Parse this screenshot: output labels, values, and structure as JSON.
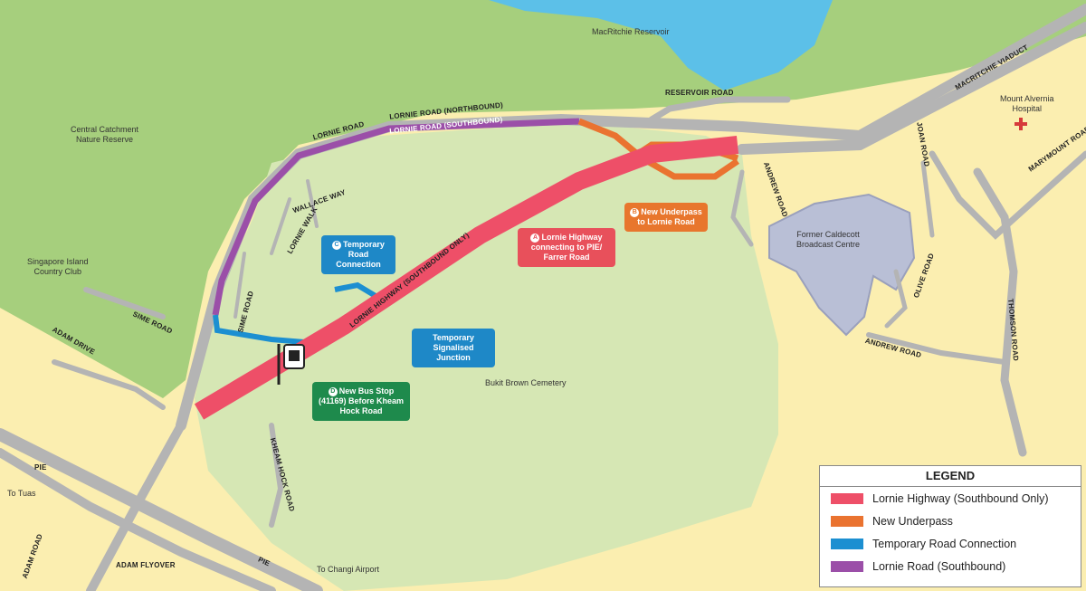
{
  "map": {
    "places": {
      "reservoir": "MacRitchie Reservoir",
      "catchment": "Central Catchment\nNature Reserve",
      "country_club": "Singapore Island\nCountry Club",
      "cemetery": "Bukit Brown Cemetery",
      "broadcast": "Former Caldecott\nBroadcast Centre",
      "hospital": "Mount Alvernia\nHospital",
      "to_tuas": "To Tuas",
      "to_changi": "To Changi Airport"
    },
    "roads": {
      "reservoir_road": "RESERVOIR ROAD",
      "macritchie_viaduct": "MACRITCHIE VIADUCT",
      "lornie_road": "LORNIE ROAD",
      "lornie_nb": "LORNIE ROAD (NORTHBOUND)",
      "lornie_sb": "LORNIE ROAD (SOUTHBOUND)",
      "wallace_way": "WALLACE WAY",
      "lornie_walk": "LORNIE WALK",
      "sime_road_a": "SIME ROAD",
      "sime_road_b": "SIME ROAD",
      "adam_drive": "ADAM DRIVE",
      "adam_road": "ADAM ROAD",
      "adam_flyover": "ADAM FLYOVER",
      "pie_a": "PIE",
      "pie_b": "PIE",
      "kheam_hock": "KHEAM HOCK ROAD",
      "lornie_highway": "LORNIE HIGHWAY (SOUTHBOUND ONLY)",
      "andrew_road_a": "ANDREW ROAD",
      "andrew_road_b": "ANDREW ROAD",
      "joan_road": "JOAN ROAD",
      "olive_road": "OLIVE ROAD",
      "thomson_road": "THOMSON ROAD",
      "marymount_road": "MARYMOUNT ROAD"
    },
    "callouts": [
      {
        "badge": "A",
        "text": "Lornie Highway connecting to PIE/ Farrer Road",
        "color": "#e8505b"
      },
      {
        "badge": "B",
        "text": "New Underpass to Lornie Road",
        "color": "#e8762d"
      },
      {
        "badge": "C",
        "text": "Temporary Road Connection",
        "color": "#1e88c7"
      },
      {
        "badge": "",
        "text": "Temporary Signalised Junction",
        "color": "#1e88c7"
      },
      {
        "badge": "D",
        "text": "New Bus Stop (41169) Before Kheam Hock Road",
        "color": "#1e8a4c"
      }
    ]
  },
  "legend": {
    "title": "LEGEND",
    "items": [
      {
        "label": "Lornie Highway (Southbound Only)",
        "color": "#ee4f68"
      },
      {
        "label": "New Underpass",
        "color": "#ea7330"
      },
      {
        "label": "Temporary Road Connection",
        "color": "#1c8fd1"
      },
      {
        "label": "Lornie Road (Southbound)",
        "color": "#9b4fa8"
      }
    ]
  },
  "colors": {
    "park_green": "#a6cf7d",
    "light_green": "#d6e7b4",
    "urban_yellow": "#fbeeb0",
    "water": "#5cc0e8",
    "road_gray": "#b4b4b4"
  }
}
